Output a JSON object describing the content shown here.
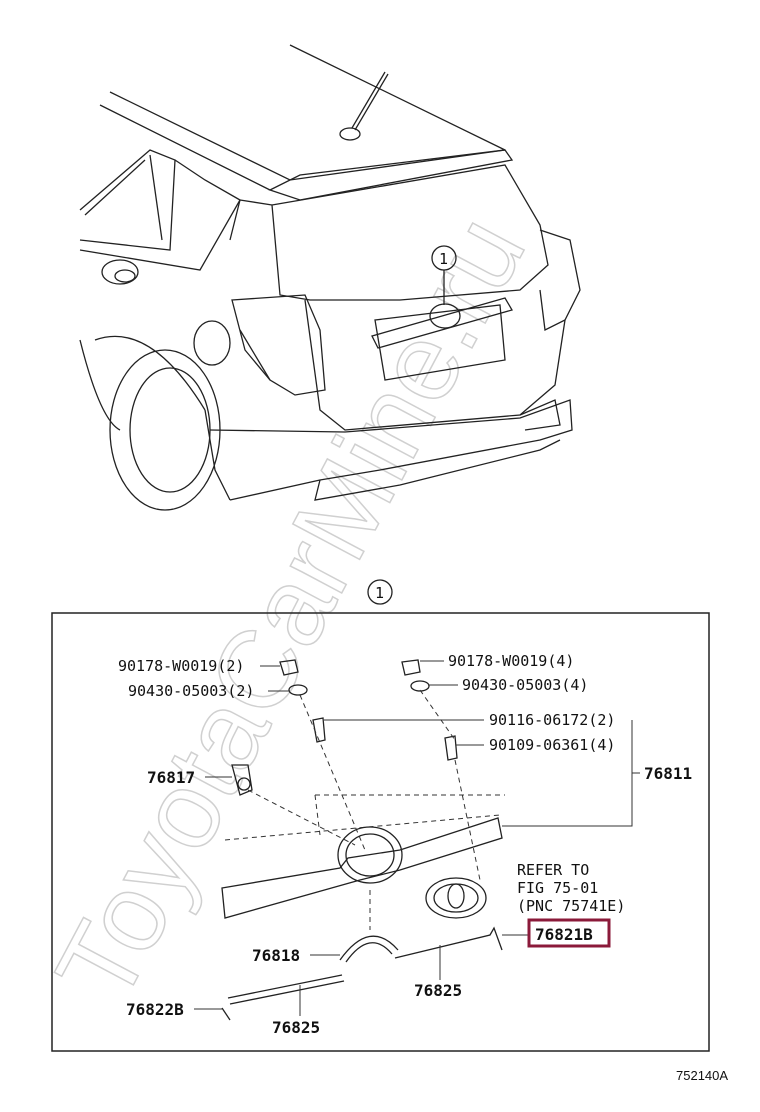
{
  "watermark": "ToyotaCarMine.ru",
  "callout_top": "1",
  "callout_section": "1",
  "parts": {
    "p1": "90178-W0019(2)",
    "p2": "90430-05003(2)",
    "p3": "90178-W0019(4)",
    "p4": "90430-05003(4)",
    "p5": "90116-06172(2)",
    "p6": "90109-06361(4)",
    "p7": "76817",
    "p8": "76811",
    "p9": "76818",
    "p10": "76825",
    "p11": "76822B",
    "p12": "76825",
    "p13": "76821B"
  },
  "refer": {
    "line1": "REFER TO",
    "line2": "FIG 75-01",
    "line3": "(PNC 75741E)"
  },
  "figure_code": "752140A",
  "colors": {
    "highlight": "#8b1a3a"
  }
}
